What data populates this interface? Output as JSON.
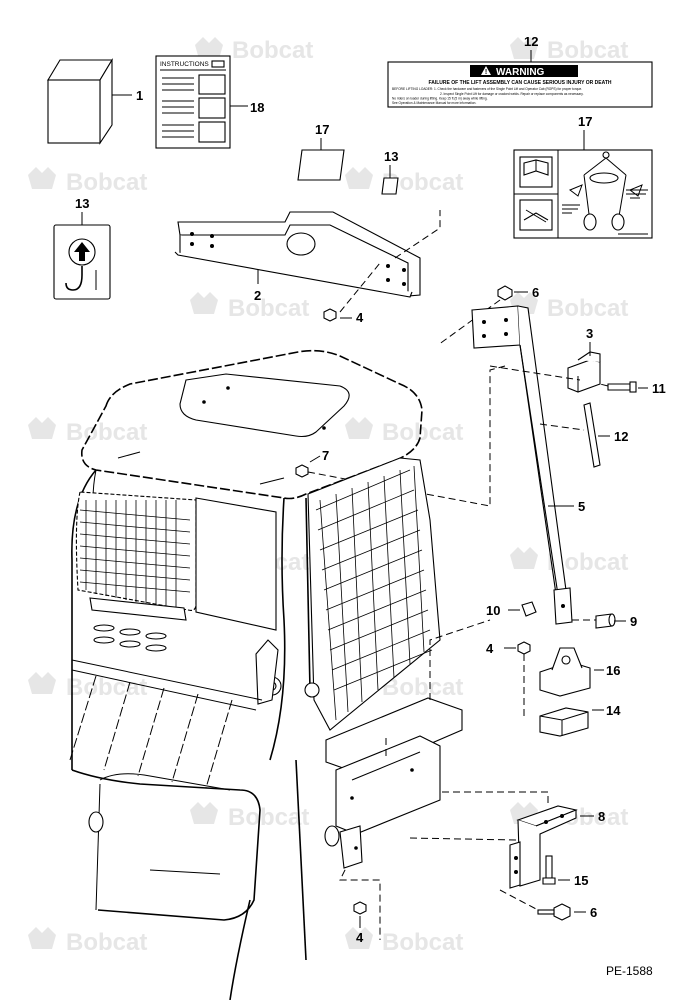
{
  "watermark": {
    "brand": "Bobcat"
  },
  "part_code": "PE-1588",
  "decals": {
    "instructions_title": "INSTRUCTIONS",
    "warning_title": "WARNING",
    "warning_heading": "FAILURE OF THE LIFT ASSEMBLY CAN CAUSE SERIOUS INJURY OR DEATH",
    "warning_lines": [
      "BEFORE LIFTING LOADER: 1. Check the hardware and fasteners of the Single Point Lift and Operator Cab (ROPS) for proper torque.",
      "2. Inspect Single Point Lift for damage or cracked welds. Repair or replace components as necessary.",
      "No riders on loader during lifting. Keep 15 ft (5 m) away while lifting.",
      "See Operation & Maintenance Manual for more information."
    ]
  },
  "callouts": [
    {
      "id": "c1",
      "label": "1"
    },
    {
      "id": "c18",
      "label": "18"
    },
    {
      "id": "c12a",
      "label": "12"
    },
    {
      "id": "c17a",
      "label": "17"
    },
    {
      "id": "c13a",
      "label": "13"
    },
    {
      "id": "c13b",
      "label": "13"
    },
    {
      "id": "c17b",
      "label": "17"
    },
    {
      "id": "c2",
      "label": "2"
    },
    {
      "id": "c4a",
      "label": "4"
    },
    {
      "id": "c6a",
      "label": "6"
    },
    {
      "id": "c3",
      "label": "3"
    },
    {
      "id": "c11",
      "label": "11"
    },
    {
      "id": "c12b",
      "label": "12"
    },
    {
      "id": "c7",
      "label": "7"
    },
    {
      "id": "c5",
      "label": "5"
    },
    {
      "id": "c10",
      "label": "10"
    },
    {
      "id": "c9",
      "label": "9"
    },
    {
      "id": "c4b",
      "label": "4"
    },
    {
      "id": "c16",
      "label": "16"
    },
    {
      "id": "c14",
      "label": "14"
    },
    {
      "id": "c8",
      "label": "8"
    },
    {
      "id": "c15",
      "label": "15"
    },
    {
      "id": "c6b",
      "label": "6"
    },
    {
      "id": "c4c",
      "label": "4"
    }
  ]
}
